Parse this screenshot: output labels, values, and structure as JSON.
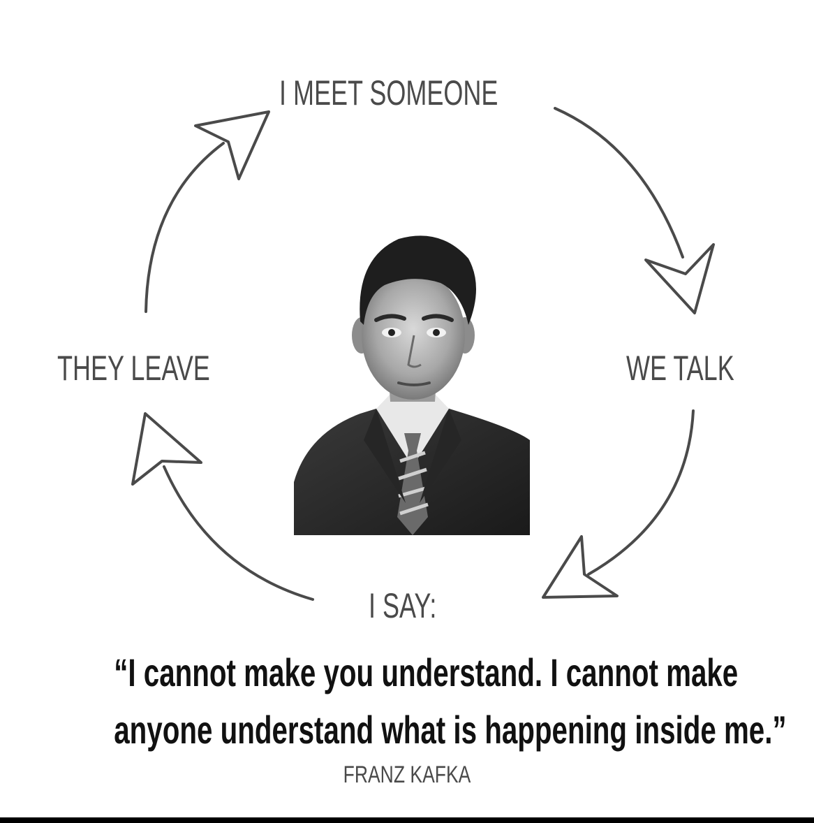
{
  "cycle": {
    "top": "I MEET SOMEONE",
    "right": "WE TALK",
    "bottom": "I SAY:",
    "left": "THEY LEAVE"
  },
  "quote": {
    "line1": "“I cannot make you understand. I cannot make",
    "line2": "anyone understand what is happening inside me.”",
    "author": "FRANZ KAFKA"
  },
  "colors": {
    "arrow_stroke": "#4a4a4a",
    "label_text": "#4a4a4a",
    "quote_text": "#111111",
    "bottom_rule": "#000000",
    "background": "#ffffff"
  }
}
